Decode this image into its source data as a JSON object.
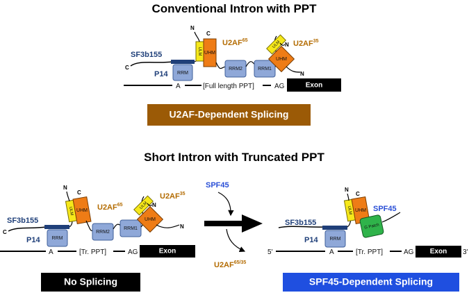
{
  "top": {
    "title": "Conventional Intron with PPT",
    "sf3b155": "SF3b155",
    "p14": "P14",
    "rrm": "RRM",
    "uhm": "UHM",
    "ulm": "ULM",
    "rrm2": "RRM2",
    "rrm1": "RRM1",
    "u2af65": "U2AF",
    "u2af65_sup": "65",
    "u2af35": "U2AF",
    "u2af35_sup": "35",
    "branch_a": "A",
    "ppt": "[Full length PPT]",
    "ag": "AG",
    "exon": "Exon",
    "banner": "U2AF-Dependent Splicing",
    "term_c": "C",
    "term_n": "N"
  },
  "bottom": {
    "title": "Short Intron with Truncated PPT",
    "left": {
      "sf3b155": "SF3b155",
      "p14": "P14",
      "rrm": "RRM",
      "uhm": "UHM",
      "ulm": "ULM",
      "rrm2": "RRM2",
      "rrm1": "RRM1",
      "u2af65": "U2AF",
      "u2af65_sup": "65",
      "u2af35": "U2AF",
      "u2af35_sup": "35",
      "branch_a": "A",
      "ppt": "[Tr. PPT]",
      "ag": "AG",
      "exon": "Exon",
      "banner": "No Splicing"
    },
    "middle": {
      "spf45": "SPF45",
      "u2af": "U2AF",
      "u2af_sup": "65/35"
    },
    "right": {
      "sf3b155": "SF3b155",
      "p14": "P14",
      "rrm": "RRM",
      "uhm": "UHM",
      "ulm": "ULM",
      "gpatch": "G Patch",
      "spf45": "SPF45",
      "five_prime": "5'",
      "three_prime": "3'",
      "branch_a": "A",
      "ppt": "[Tr. PPT]",
      "ag": "AG",
      "exon": "Exon",
      "banner": "SPF45-Dependent Splicing"
    }
  },
  "colors": {
    "sf3b155": "#1f3f79",
    "brown": "#b36b00",
    "rrm_fill": "#8fa8d8",
    "uhm_fill": "#ee7c16",
    "ulm_fill": "#f6e81a",
    "gpatch_fill": "#2fb34a",
    "banner_brown": "#9b5a06",
    "banner_black": "#000000",
    "banner_blue": "#1f4fe0",
    "spf45_text": "#2a4fd6"
  }
}
